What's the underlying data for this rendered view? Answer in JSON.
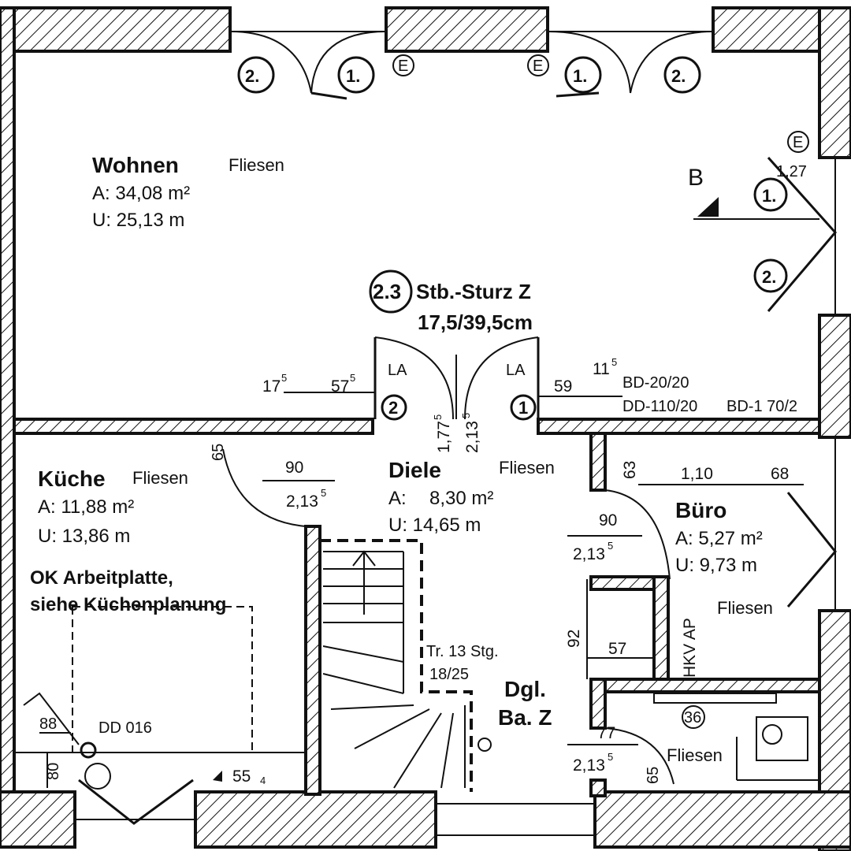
{
  "rooms": {
    "wohnen": {
      "name": "Wohnen",
      "floor": "Fliesen",
      "area": "A: 34,08 m²",
      "perimeter": "U: 25,13 m"
    },
    "kueche": {
      "name": "Küche",
      "floor": "Fliesen",
      "area": "A: 11,88 m²",
      "perimeter": "U: 13,86 m",
      "note_line1": "OK Arbeitplatte,",
      "note_line2": "siehe Küchenplanung"
    },
    "diele": {
      "name": "Diele",
      "floor": "Fliesen",
      "area_label": "A:",
      "area_value": "8,30 m²",
      "perimeter": "U: 14,65 m"
    },
    "buero": {
      "name": "Büro",
      "floor": "Fliesen",
      "area": "A: 5,27 m²",
      "perimeter": "U: 9,73 m"
    },
    "bad": {
      "name_line1": "Dgl.",
      "name_line2": "Ba. Z",
      "floor": "Fliesen"
    }
  },
  "lintel": {
    "marker": "2.3",
    "line1": "Stb.-Sturz Z",
    "line2": "17,5/39,5cm"
  },
  "markers": {
    "one": "1.",
    "two": "2.",
    "e": "E",
    "b": "B",
    "c1": "1",
    "c2": "2"
  },
  "door_labels": {
    "la": "LA"
  },
  "dimensions": {
    "d175": "17",
    "d175_sup": "5",
    "d575": "57",
    "d575_sup": "5",
    "d177": "1,77",
    "d177_sup": "5",
    "d213v": "2,13",
    "d213v_sup": "5",
    "d59": "59",
    "d115": "11",
    "d115_sup": "5",
    "bd1": "BD-20/20",
    "bd2": "DD-110/20",
    "bd3": "BD-1 70/2",
    "k90": "90",
    "k213": "2,13",
    "k213_sup": "5",
    "k65": "65",
    "b63": "63",
    "b110": "1,10",
    "b68": "68",
    "b90": "90",
    "b213": "2,13",
    "b213_sup": "5",
    "hkv": "HKV AP",
    "d92": "92",
    "d57": "57",
    "stair1": "Tr. 13 Stg.",
    "stair2": "18/25",
    "d77": "77",
    "d213b": "2,13",
    "d213b_sup": "5",
    "d65b": "65",
    "d88": "88",
    "d80": "80",
    "dd016": "DD 016",
    "d554": "55",
    "d554_sub": "4",
    "d127": "1,27",
    "wc": "36"
  }
}
